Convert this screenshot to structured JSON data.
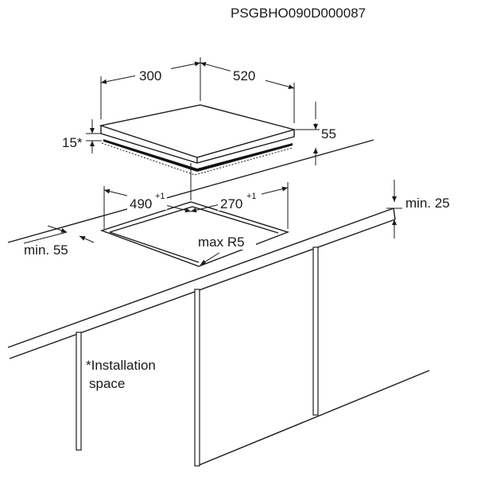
{
  "code": "PSGBHO090D000087",
  "dimensions": {
    "depth": "300",
    "width": "520",
    "height": "55",
    "gap": "15*",
    "cutout_width": "490",
    "cutout_width_tol": "+1",
    "cutout_depth": "270",
    "cutout_depth_tol": "+1",
    "min_front": "min. 55",
    "min_top": "min. 25",
    "max_radius": "max R5"
  },
  "note": {
    "line1": "*Installation",
    "line2": "space"
  }
}
